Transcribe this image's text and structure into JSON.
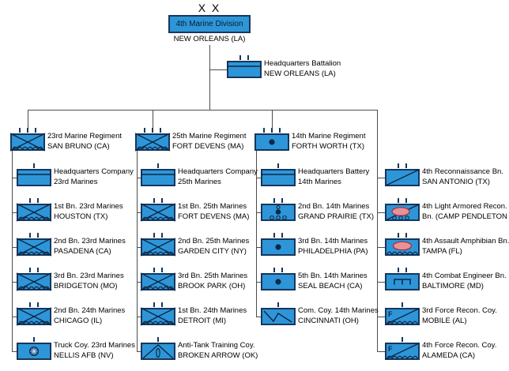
{
  "division": {
    "echelon": "X X",
    "name": "4th Marine Division",
    "location": "NEW ORLEANS (LA)"
  },
  "headquarters_battalion": {
    "name": "Headquarters Battalion",
    "location": "NEW ORLEANS (LA)",
    "symbol": "headquarters-icon",
    "echelon": "II"
  },
  "columns": [
    {
      "units": [
        {
          "name": "23rd Marine Regiment",
          "location": "SAN BRUNO (CA)",
          "symbol": "marine-infantry-icon",
          "echelon": "III"
        },
        {
          "name": "Headquarters Company",
          "location": "23rd Marines",
          "symbol": "headquarters-icon",
          "echelon": "I"
        },
        {
          "name": "1st Bn. 23rd Marines",
          "location": "HOUSTON (TX)",
          "symbol": "marine-infantry-icon",
          "echelon": "II"
        },
        {
          "name": "2nd Bn. 23rd Marines",
          "location": "PASADENA (CA)",
          "symbol": "marine-infantry-icon",
          "echelon": "II"
        },
        {
          "name": "3rd Bn. 23rd Marines",
          "location": "BRIDGETON (MO)",
          "symbol": "marine-infantry-icon",
          "echelon": "II"
        },
        {
          "name": "2nd Bn. 24th Marines",
          "location": "CHICAGO (IL)",
          "symbol": "marine-infantry-icon",
          "echelon": "II"
        },
        {
          "name": "Truck Coy. 23rd Marines",
          "location": "NELLIS AFB (NV)",
          "symbol": "truck-icon",
          "echelon": "I"
        }
      ]
    },
    {
      "units": [
        {
          "name": "25th Marine Regiment",
          "location": "FORT DEVENS (MA)",
          "symbol": "marine-infantry-icon",
          "echelon": "III"
        },
        {
          "name": "Headquarters Company",
          "location": "25th Marines",
          "symbol": "headquarters-icon",
          "echelon": "I"
        },
        {
          "name": "1st Bn. 25th Marines",
          "location": "FORT DEVENS (MA)",
          "symbol": "marine-infantry-icon",
          "echelon": "II"
        },
        {
          "name": "2nd Bn. 25th Marines",
          "location": "GARDEN CITY (NY)",
          "symbol": "marine-infantry-icon",
          "echelon": "II"
        },
        {
          "name": "3rd Bn. 25th Marines",
          "location": "BROOK PARK (OH)",
          "symbol": "marine-infantry-icon",
          "echelon": "II"
        },
        {
          "name": "1st Bn. 24th Marines",
          "location": "DETROIT (MI)",
          "symbol": "marine-infantry-icon",
          "echelon": "II"
        },
        {
          "name": "Anti-Tank Training Coy.",
          "location": "BROKEN ARROW (OK)",
          "symbol": "anti-tank-missile-icon",
          "echelon": "I"
        }
      ]
    },
    {
      "units": [
        {
          "name": "14th Marine Regiment",
          "location": "FORTH WORTH (TX)",
          "symbol": "artillery-icon",
          "echelon": "III"
        },
        {
          "name": "Headquarters Battery",
          "location": "14th Marines",
          "symbol": "headquarters-icon",
          "echelon": "I"
        },
        {
          "name": "2nd Bn. 14th Marines",
          "location": "GRAND PRAIRIE (TX)",
          "symbol": "towed-artillery-icon",
          "echelon": "II"
        },
        {
          "name": "3rd Bn. 14th Marines",
          "location": "PHILADELPHIA (PA)",
          "symbol": "artillery-icon",
          "echelon": "II"
        },
        {
          "name": "5th Bn. 14th Marines",
          "location": "SEAL BEACH (CA)",
          "symbol": "artillery-icon",
          "echelon": "II"
        },
        {
          "name": "Com. Coy. 14th Marines",
          "location": "CINCINNATI (OH)",
          "symbol": "communications-icon",
          "echelon": "I"
        }
      ]
    },
    {
      "units": [
        {
          "name": "4th Reconnaissance Bn.",
          "location": "SAN ANTONIO (TX)",
          "symbol": "reconnaissance-icon",
          "echelon": "II"
        },
        {
          "name": "4th Light Armored Recon.",
          "location": "Bn. (CAMP PENDLETON",
          "symbol": "light-armored-recon-icon",
          "echelon": "II"
        },
        {
          "name": "4th Assault Amphibian Bn.",
          "location": "TAMPA (FL)",
          "symbol": "assault-amphibian-icon",
          "echelon": "II"
        },
        {
          "name": "4th Combat Engineer Bn.",
          "location": "BALTIMORE (MD)",
          "symbol": "combat-engineer-icon",
          "echelon": "II"
        },
        {
          "name": "3rd Force Recon. Coy.",
          "location": "MOBILE (AL)",
          "symbol": "force-recon-icon",
          "echelon": "I"
        },
        {
          "name": "4th Force Recon. Coy.",
          "location": "ALAMEDA (CA)",
          "symbol": "force-recon-icon",
          "echelon": "I"
        }
      ]
    }
  ],
  "colors": {
    "unit_fill": "#2E96D8",
    "unit_border": "#16365C",
    "symbol_stroke": "#0D2746",
    "armor_fill": "#EA9099",
    "armor_stroke": "#97323C",
    "wheel_fill": "#1D4E85",
    "wheel_spoke": "#C5E2F6",
    "connector": "#4D4D4D",
    "text": "#000000"
  }
}
